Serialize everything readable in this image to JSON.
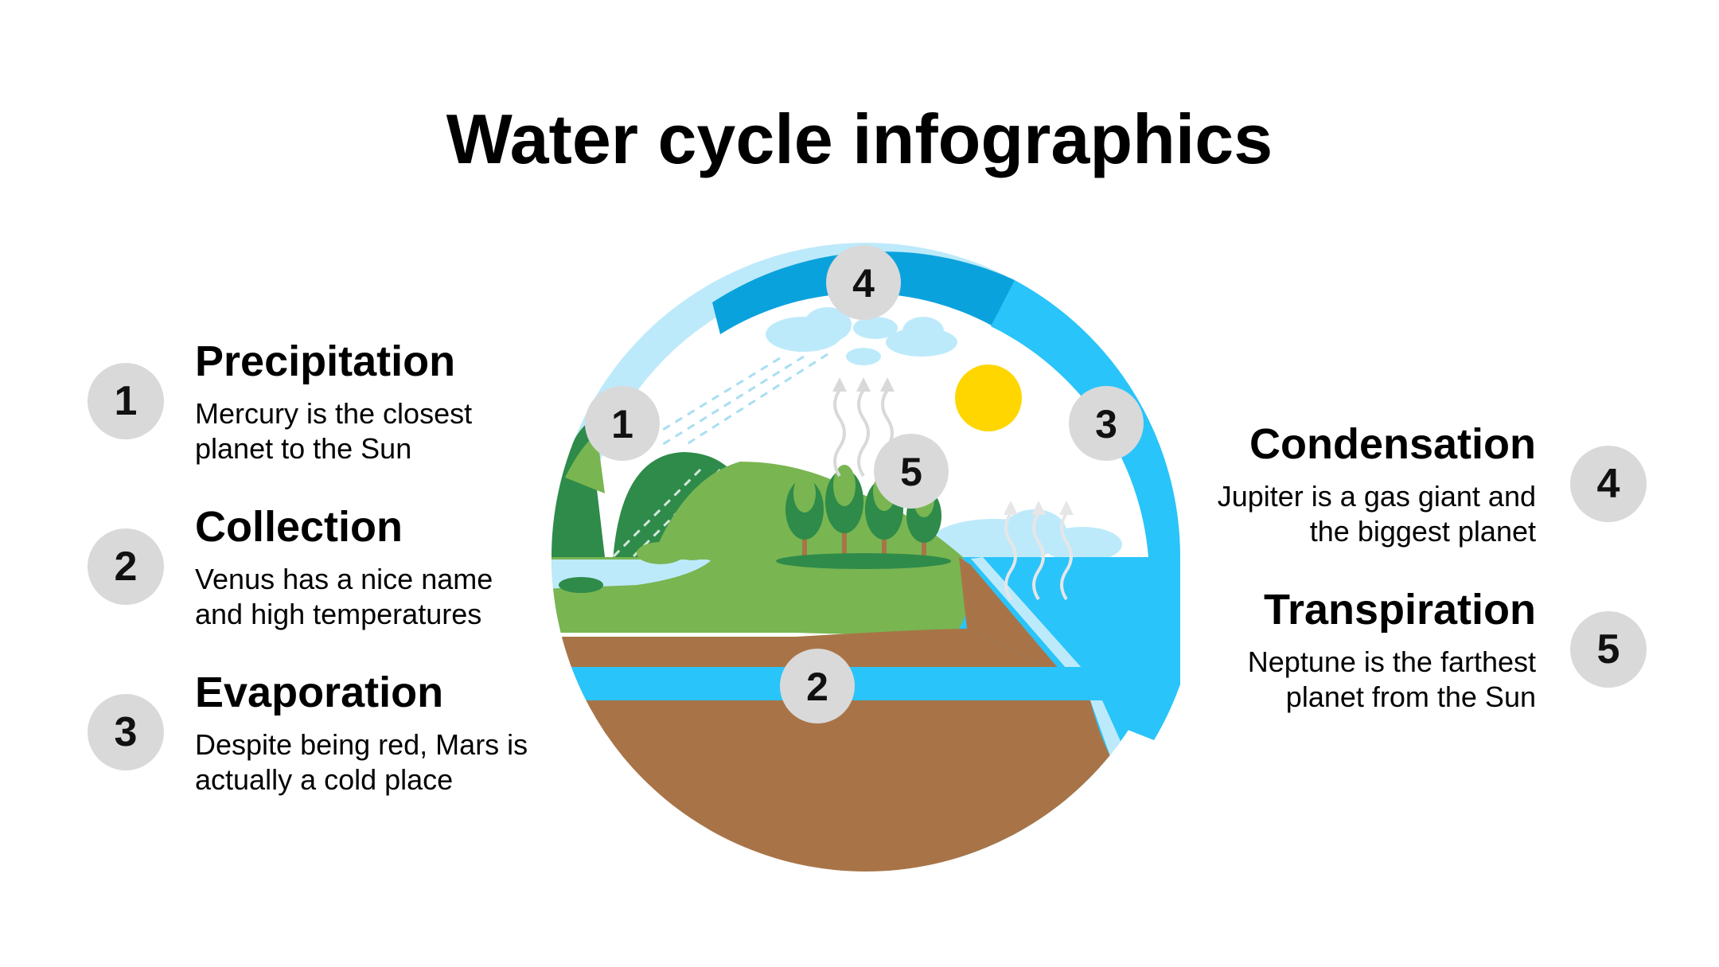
{
  "title": "Water cycle infographics",
  "colors": {
    "ring_dark": "#0aa2dc",
    "ring_light": "#29c4fa",
    "sky_pale": "#bdeafb",
    "water": "#29c4fa",
    "ground_brown": "#a87447",
    "grass_light": "#79b551",
    "grass_dark": "#2e8b4a",
    "sun": "#ffd600",
    "badge": "#d9d9d9"
  },
  "steps": [
    {
      "number": "1",
      "title": "Precipitation",
      "desc_line1": "Mercury is the closest",
      "desc_line2": "planet to the Sun"
    },
    {
      "number": "2",
      "title": "Collection",
      "desc_line1": "Venus has a nice name",
      "desc_line2": "and high temperatures"
    },
    {
      "number": "3",
      "title": "Evaporation",
      "desc_line1": "Despite being red, Mars is",
      "desc_line2": "actually a cold place"
    },
    {
      "number": "4",
      "title": "Condensation",
      "desc_line1": "Jupiter is a gas giant and",
      "desc_line2": "the biggest planet"
    },
    {
      "number": "5",
      "title": "Transpiration",
      "desc_line1": "Neptune is the farthest",
      "desc_line2": "planet from the Sun"
    }
  ]
}
